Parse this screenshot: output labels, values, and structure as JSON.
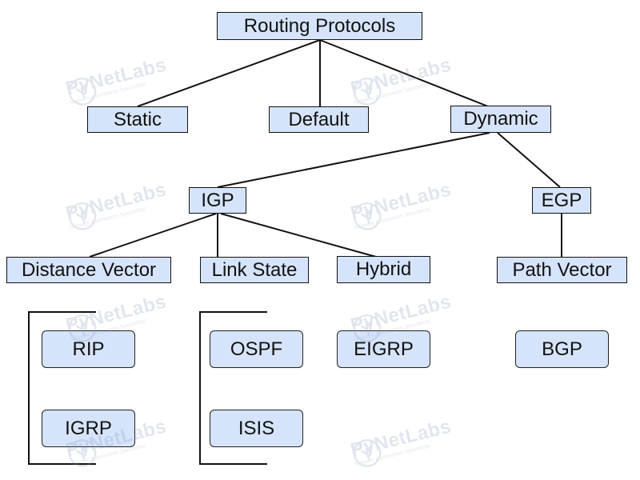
{
  "diagram": {
    "title": "Routing Protocols",
    "types": {
      "static": "Static",
      "default": "Default",
      "dynamic": "Dynamic"
    },
    "dynamic_children": {
      "igp": "IGP",
      "egp": "EGP"
    },
    "igp_children": {
      "distance_vector": "Distance Vector",
      "link_state": "Link State",
      "hybrid": "Hybrid"
    },
    "egp_children": {
      "path_vector": "Path Vector"
    },
    "protocols": {
      "rip": "RIP",
      "igrp": "IGRP",
      "ospf": "OSPF",
      "isis": "ISIS",
      "eigrp": "EIGRP",
      "bgp": "BGP"
    }
  },
  "watermark": {
    "brand": "PyNetLabs",
    "tagline": "Network Automation Specialists"
  }
}
